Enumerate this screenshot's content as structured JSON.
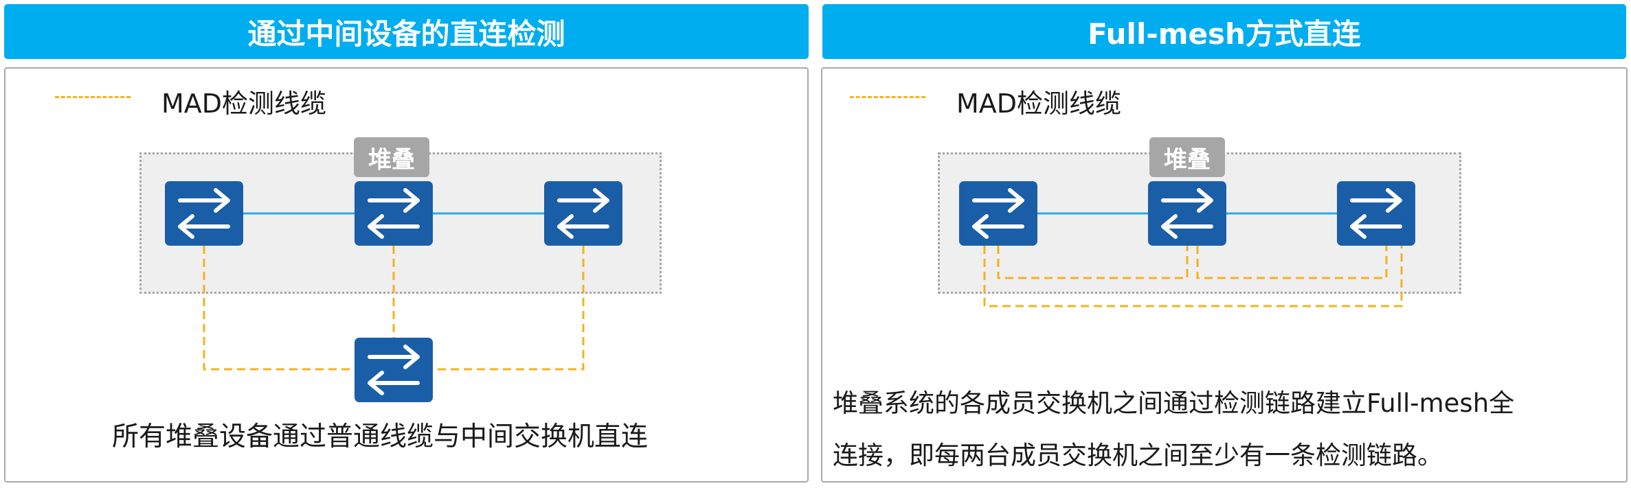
{
  "colors": {
    "header_bg": "#00adef",
    "switch_blue": "#1b5ea8",
    "detection_line": "#f5b21e",
    "stack_link": "#29abe2",
    "stack_bg": "#efefef",
    "stack_label_bg": "#a6a6a6"
  },
  "left": {
    "title": "通过中间设备的直连检测",
    "legend_label": "MAD检测线缆",
    "stack_label": "堆叠",
    "caption": "所有堆叠设备通过普通线缆与中间交换机直连"
  },
  "right": {
    "title": "Full-mesh方式直连",
    "legend_label": "MAD检测线缆",
    "stack_label": "堆叠",
    "description_line1": "堆叠系统的各成员交换机之间通过检测链路建立Full-mesh全",
    "description_line2": "连接，即每两台成员交换机之间至少有一条检测链路。"
  },
  "icons": {
    "switch": "switch-icon",
    "arrows": "bidirectional-arrows"
  }
}
